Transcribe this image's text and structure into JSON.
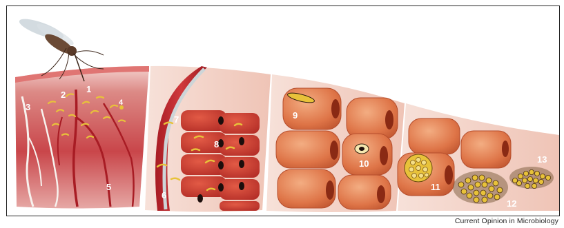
{
  "labels": [
    "1",
    "2",
    "3",
    "4",
    "5",
    "6",
    "7",
    "8",
    "9",
    "10",
    "11",
    "12",
    "13"
  ],
  "credit": "Current Opinion in Microbiology",
  "colors": {
    "skin": "#c9464a",
    "skin_dark": "#8e1e23",
    "vessel": "#b52128",
    "hepatocyte": "#e17c50",
    "hepatocyte_light": "#f0a57a",
    "parasite": "#e8c23a",
    "frame": "#222222"
  },
  "icons": [
    "mosquito-icon",
    "sporozoite-icon"
  ]
}
